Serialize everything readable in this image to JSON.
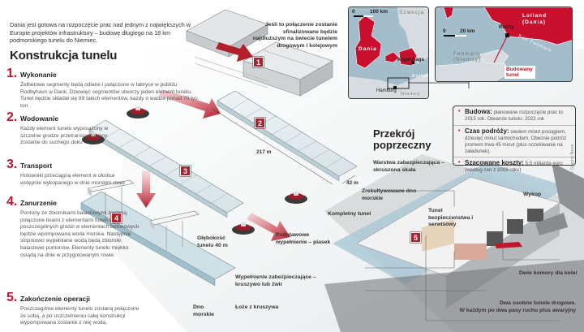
{
  "intro": {
    "text": "Dania jest gotowa na rozpoczęcie prac nad jednym z największych w Europie projektów infrastruktury – budowę długiego na 18 km podmorskiego tunelu do Niemiec."
  },
  "main_title": "Konstrukcja tunelu",
  "steps": [
    {
      "number": "1.",
      "title": "Wykonanie",
      "description": "Żelbetowe segmenty będą odlane i połączone w fabryce w pobliżu Rodbyhavn w Danii. Dziewięć segmentów utworzy jeden element tunelu. Tunel będzie składał się 89 takich elementów, każdy o wadze ponad 70 tys. ton."
    },
    {
      "number": "2.",
      "title": "Wodowanie",
      "description": "Każdy element tunelu wyposażony w szczelne grodze przetransportowany zostanie do suchego doku"
    },
    {
      "number": "3.",
      "title": "Transport",
      "description": "Holowniki przeciągną element w okolice wstępnie wykopanego w dnie morskim rowu"
    },
    {
      "number": "4.",
      "title": "Zanurzenie",
      "description": "Pontony ze zbiornikami balastowymi zostaną połączone linami z elementami tunelu. Do poszczególnych grodzi w elementach betonowych będzie wpompowana woda morska. Następnie stopniowo wypełniane wodą będą zbiorniki balastowe pontonów. Elementy tunelu miękko osiądą na dnie w przygotowanym rowie"
    },
    {
      "number": "5.",
      "title": "Zakończenie operacji",
      "description": "Poszczególne elementy tunelu zostaną połączone ze sobą, a po uszczelnieniu całej konstrukcji wypompowana zostanie z niej woda."
    }
  ],
  "scene": {
    "top_note": "Jeśli to połączenie zostanie sfinalizowane będzie najdłuższym na świecie tunelem drogowym i kolejowym",
    "badges": [
      "1",
      "2",
      "3",
      "4",
      "5"
    ],
    "length_label": "217 m",
    "width_label": "42 m",
    "depth_label": "Głębokość tunelu 40 m",
    "seabed_label": "Dno morskie"
  },
  "map_overview": {
    "scale_zero": "0",
    "scale_label": "100 km",
    "labels": {
      "sweden": "Szwecja",
      "denmark": "Dania",
      "copenhagen": "Kopenhaga",
      "baltic": "Bałtyk",
      "hamburg": "Hamburg",
      "germany": "Niemcy"
    }
  },
  "map_detail": {
    "scale_zero": "0",
    "scale_label": "20 km",
    "labels": {
      "lolland": "Lolland (Dania)",
      "rodby": "Rodby",
      "belt": "Bełt Fehmarn",
      "fehmarn": "Fehmarn (Niemcy)",
      "tunnel": "Budowany tunel"
    }
  },
  "info_box": {
    "items": [
      {
        "label": "Budowa:",
        "text": "planowane rozpoczęcie prac to 2015 rok. Otwarcie tunelu: 2022 rok"
      },
      {
        "label": "Czas podróży:",
        "text": "siedem minut pociągiem, dziesięć minut samochodem. Obecnie podróż promem trwa 45 minut (plus oczekiwanie na załadunek)."
      },
      {
        "label": "Szacowane koszty:",
        "text": "5,5 miliarda euro (według cen z 2008 roku)"
      }
    ]
  },
  "cross_section": {
    "title_line1": "Przekrój",
    "title_line2": "poprzeczny",
    "labels": {
      "protective_layer": "Warstwa zabezpieczająca – skruszona skała",
      "reclaimed_seabed": "Zrekultywowane dno morskie",
      "complete_tunnel": "Kompletny tunel",
      "safety_tunnel": "Tunel bezpieczeństwa i serwisowy",
      "excavation": "Wykop",
      "base_fill": "Podstawowe wypełnienie – piasek",
      "protective_fill": "Wypełnienie zabezpieczające – kruszywo lub żwir",
      "gravel_bed": "Łoże z kruszywa",
      "rail_chambers": "Dwie komory dla kolei",
      "road_tunnels_1": "Dwa osobne tunele drogowe.",
      "road_tunnels_2": "W każdym  po dwa pasy ruchu plus awaryjny"
    }
  },
  "credit": "info: Graphic News",
  "colors": {
    "accent_red": "#c0172c",
    "badge_red": "#b21f2d",
    "water_blue": "#9fb9c6",
    "land_red": "#c8102e",
    "concrete": "#e8ecee"
  }
}
